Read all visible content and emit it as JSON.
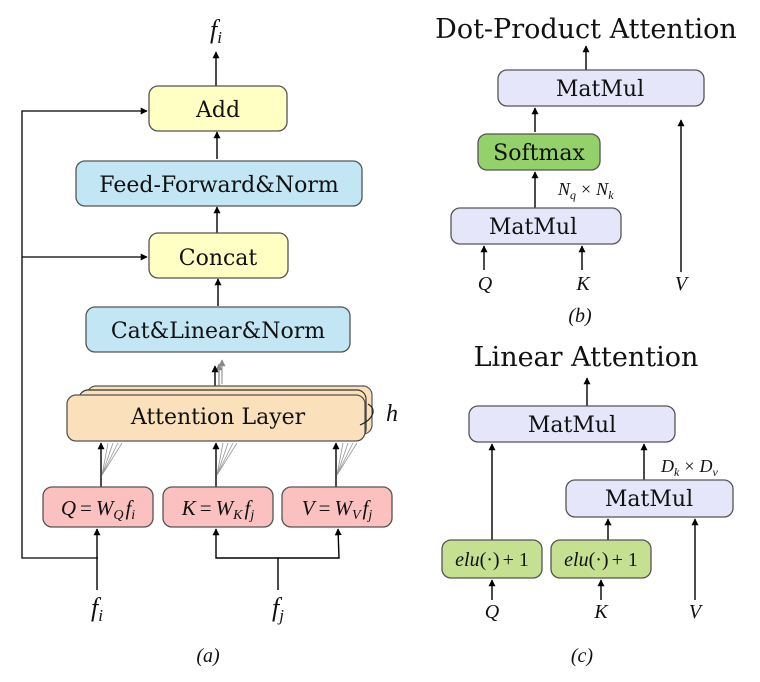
{
  "colors": {
    "yellow": "#ffffc4",
    "blue": "#c3e6f4",
    "orange": "#fae1bc",
    "pink": "#fbc1c1",
    "lavender": "#e6e6fb",
    "green_softmax": "#94d16a",
    "green_elu": "#c4e090",
    "stroke": "#555555"
  },
  "panel_a": {
    "output_label": "f_i",
    "add": "Add",
    "feed_forward": "Feed-Forward&Norm",
    "concat": "Concat",
    "cat_linear": "Cat&Linear&Norm",
    "attention_layer": "Attention Layer",
    "heads_label": "h",
    "q_box": {
      "lhs": "Q",
      "eq": "=",
      "w": "W",
      "sub": "Q",
      "f": "f",
      "fsub": "i"
    },
    "k_box": {
      "lhs": "K",
      "eq": "=",
      "w": "W",
      "sub": "K",
      "f": "f",
      "fsub": "j"
    },
    "v_box": {
      "lhs": "V",
      "eq": "=",
      "w": "W",
      "sub": "V",
      "f": "f",
      "fsub": "j"
    },
    "input_i": {
      "f": "f",
      "sub": "i"
    },
    "input_j": {
      "f": "f",
      "sub": "j"
    },
    "caption": "(a)"
  },
  "panel_b": {
    "title": "Dot-Product Attention",
    "matmul_top": "MatMul",
    "softmax": "Softmax",
    "matmul_bottom": "MatMul",
    "dim_label": {
      "a": "N",
      "asub": "q",
      "x": "×",
      "b": "N",
      "bsub": "k"
    },
    "inputs": [
      "Q",
      "K",
      "V"
    ],
    "caption": "(b)"
  },
  "panel_c": {
    "title": "Linear Attention",
    "matmul_top": "MatMul",
    "matmul_bottom": "MatMul",
    "dim_label": {
      "a": "D",
      "asub": "k",
      "x": "×",
      "b": "D",
      "bsub": "v"
    },
    "elu_q": {
      "fn": "elu",
      "arg": "(·)",
      "plus": "+ 1"
    },
    "elu_k": {
      "fn": "elu",
      "arg": "(·)",
      "plus": "+ 1"
    },
    "inputs": [
      "Q",
      "K",
      "V"
    ],
    "caption": "(c)"
  }
}
